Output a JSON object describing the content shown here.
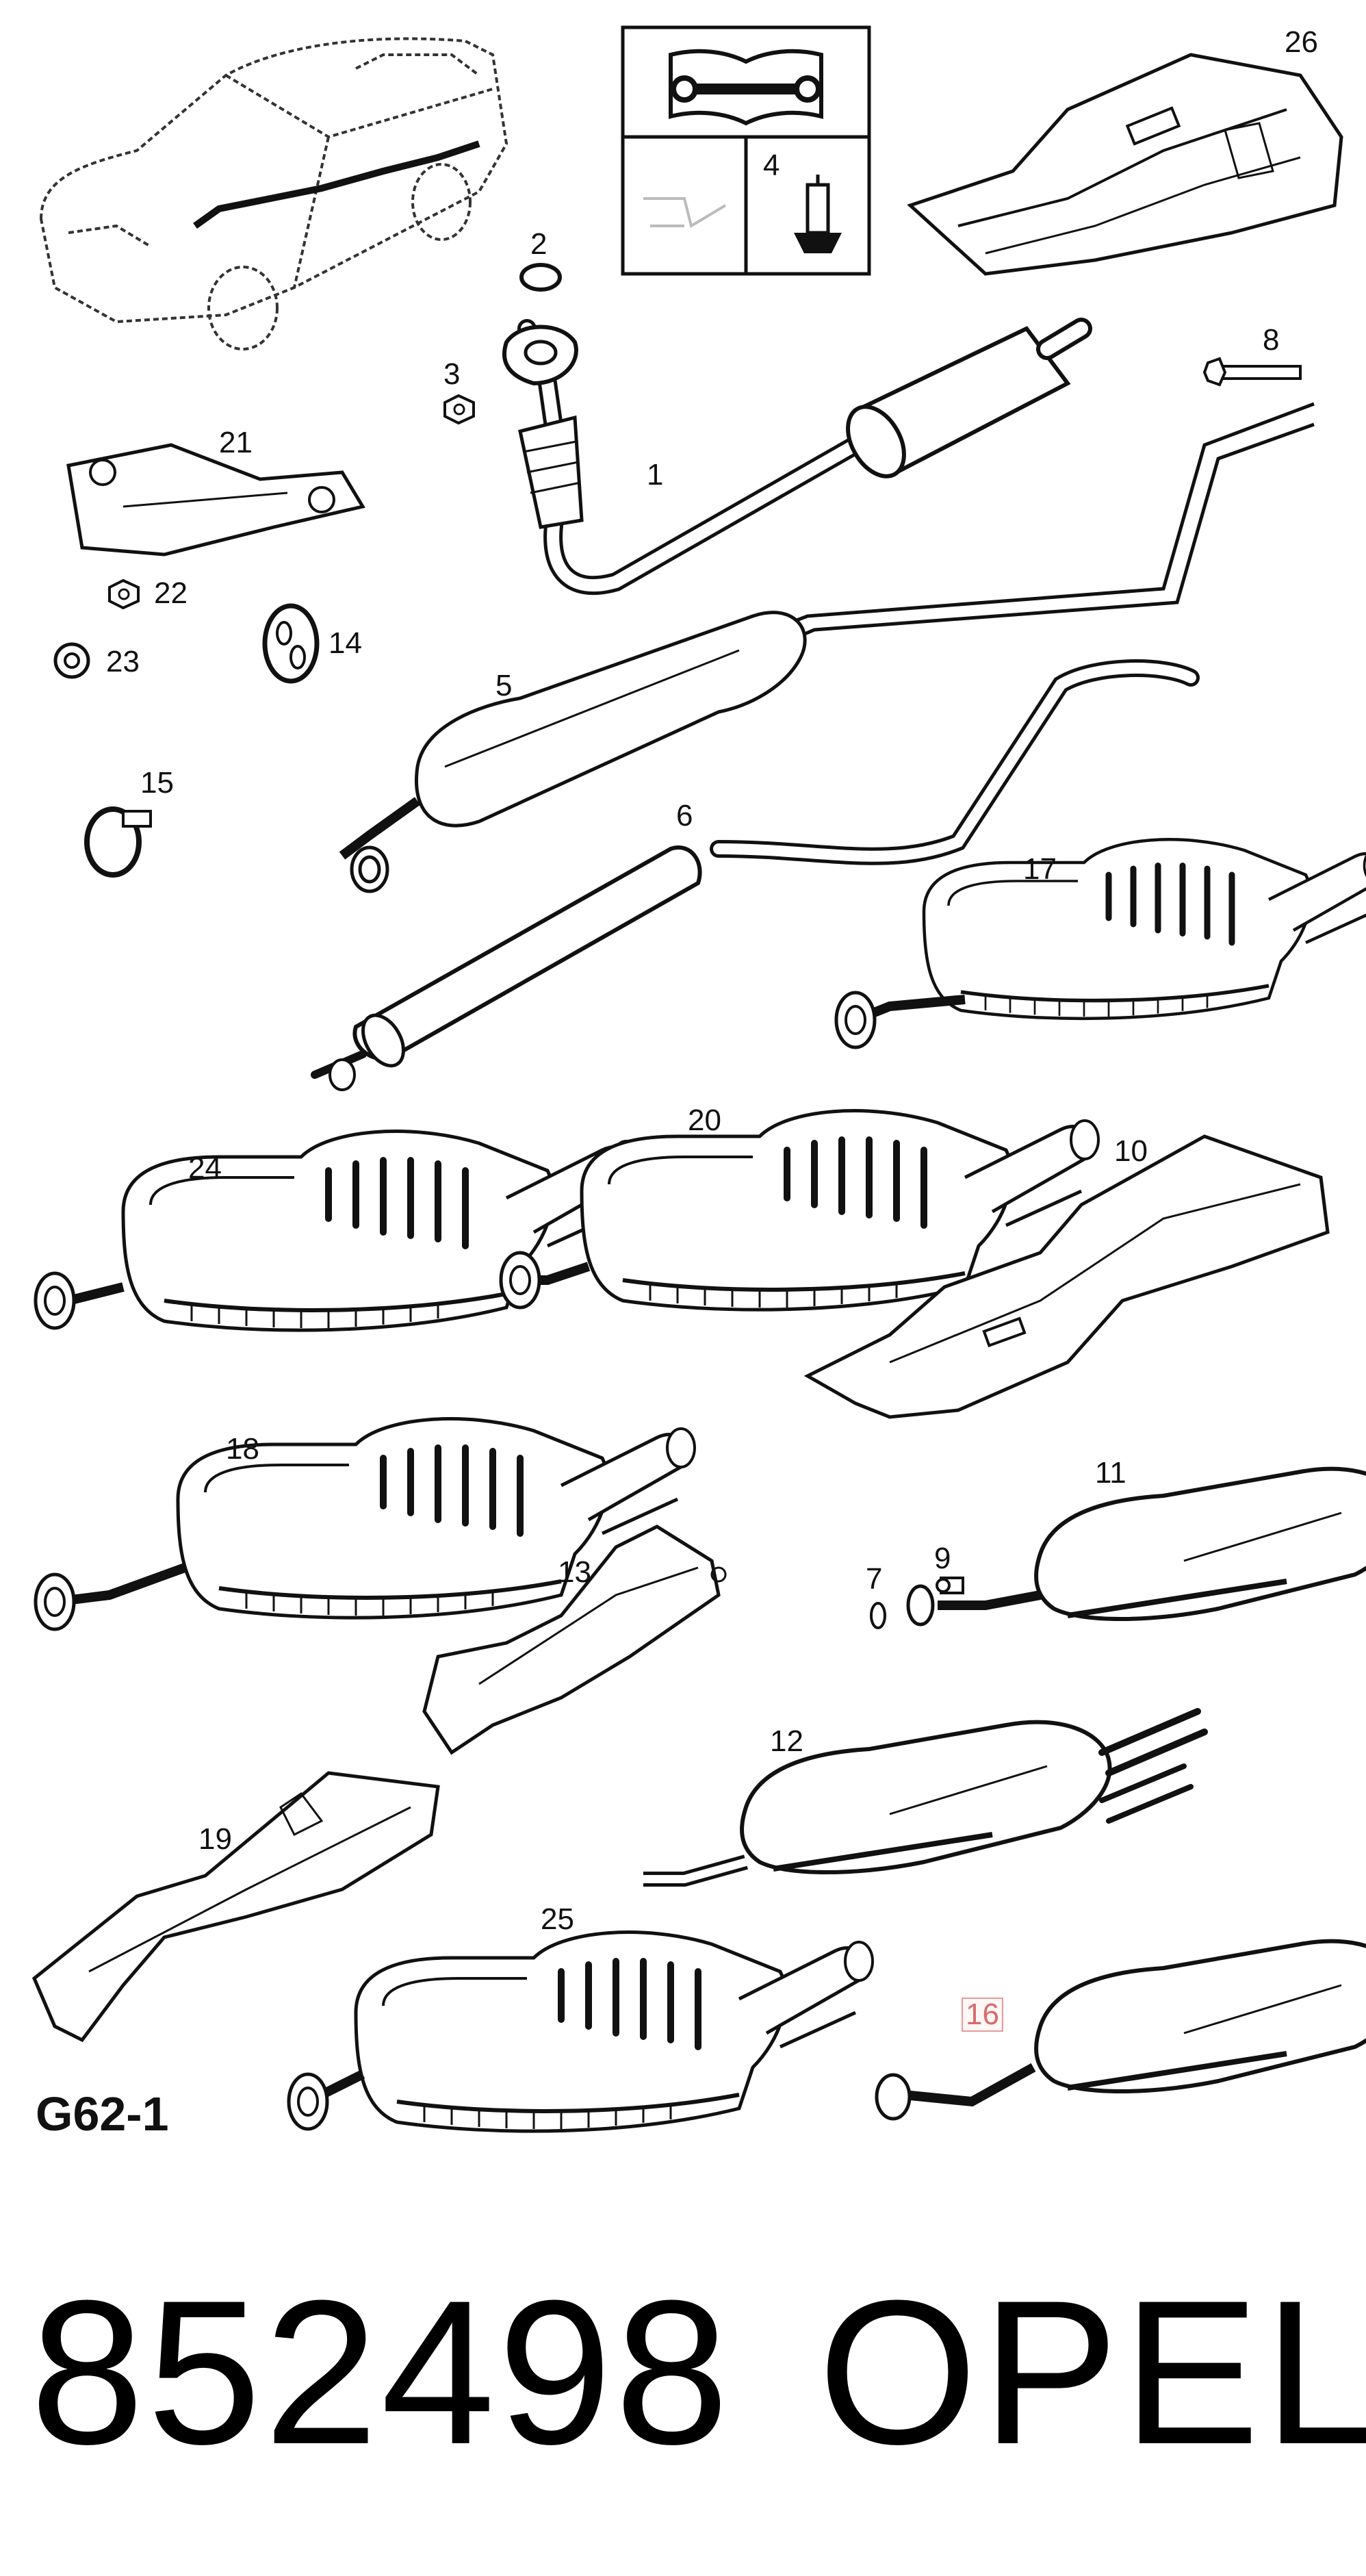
{
  "diagram": {
    "code": "G62-1",
    "part_number": "852498",
    "brand": "OPEL",
    "highlight_color": "#e59a9a",
    "callouts": {
      "c1": "1",
      "c2": "2",
      "c3": "3",
      "c4": "4",
      "c5": "5",
      "c6": "6",
      "c7": "7",
      "c8": "8",
      "c9": "9",
      "c10": "10",
      "c11": "11",
      "c12": "12",
      "c13": "13",
      "c14": "14",
      "c15": "15",
      "c16": "16",
      "c17": "17",
      "c18": "18",
      "c19": "19",
      "c20": "20",
      "c21": "21",
      "c22": "22",
      "c23": "23",
      "c24": "24",
      "c25": "25",
      "c26": "26"
    },
    "highlighted_callout": "16"
  }
}
